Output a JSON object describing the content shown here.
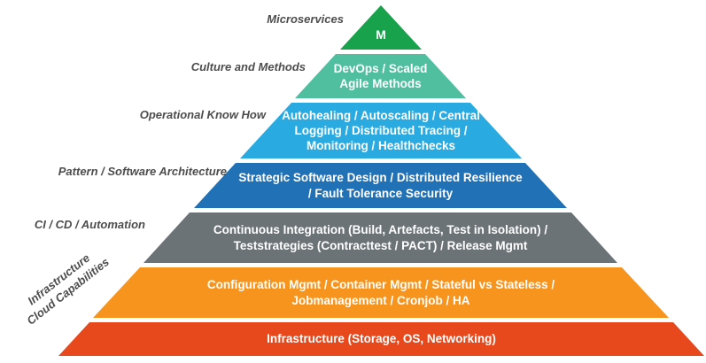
{
  "diagram": {
    "label_color": "#4d4d4d",
    "layers": [
      {
        "side_label": "Microservices",
        "color": "#17a24b",
        "lines": [
          "M"
        ]
      },
      {
        "side_label": "Culture and Methods",
        "color": "#4fbf9f",
        "lines": [
          "DevOps / Scaled",
          "Agile Methods"
        ]
      },
      {
        "side_label": "Operational Know How",
        "color": "#29abe2",
        "lines": [
          "Autohealing / Autoscaling / Central",
          "Logging / Distributed Tracing /",
          "Monitoring / Healthchecks"
        ]
      },
      {
        "side_label": "Pattern / Software Architecture",
        "color": "#2071b5",
        "lines": [
          "Strategic Software Design / Distributed Resilience",
          "/ Fault Tolerance Security"
        ]
      },
      {
        "side_label": "CI / CD / Automation",
        "color": "#6c7377",
        "lines": [
          "Continuous Integration (Build, Artefacts, Test in Isolation) /",
          "Teststrategies (Contracttest / PACT) /  Release Mgmt"
        ]
      },
      {
        "side_label_line1": "Infrastructure",
        "side_label_line2": "Cloud Capabilities",
        "color": "#f7941e",
        "lines": [
          "Configuration Mgmt / Container Mgmt / Stateful vs Stateless /",
          "Jobmanagement / Cronjob  / HA"
        ]
      },
      {
        "color": "#e7491c",
        "lines": [
          "Infrastructure (Storage, OS, Networking)"
        ]
      }
    ]
  }
}
